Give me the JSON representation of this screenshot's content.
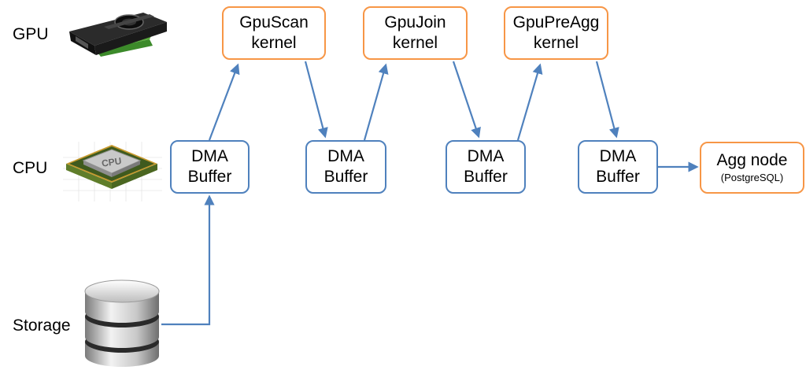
{
  "rows": {
    "gpu": "GPU",
    "cpu": "CPU",
    "storage": "Storage"
  },
  "kernels": [
    {
      "line1": "GpuScan",
      "line2": "kernel"
    },
    {
      "line1": "GpuJoin",
      "line2": "kernel"
    },
    {
      "line1": "GpuPreAgg",
      "line2": "kernel"
    }
  ],
  "buffers": [
    {
      "line1": "DMA",
      "line2": "Buffer"
    },
    {
      "line1": "DMA",
      "line2": "Buffer"
    },
    {
      "line1": "DMA",
      "line2": "Buffer"
    },
    {
      "line1": "DMA",
      "line2": "Buffer"
    }
  ],
  "agg_node": {
    "line1": "Agg node",
    "line2": "(PostgreSQL)"
  },
  "colors": {
    "kernel_border": "#f79646",
    "buffer_border": "#4f81bd",
    "arrow": "#4f81bd"
  }
}
